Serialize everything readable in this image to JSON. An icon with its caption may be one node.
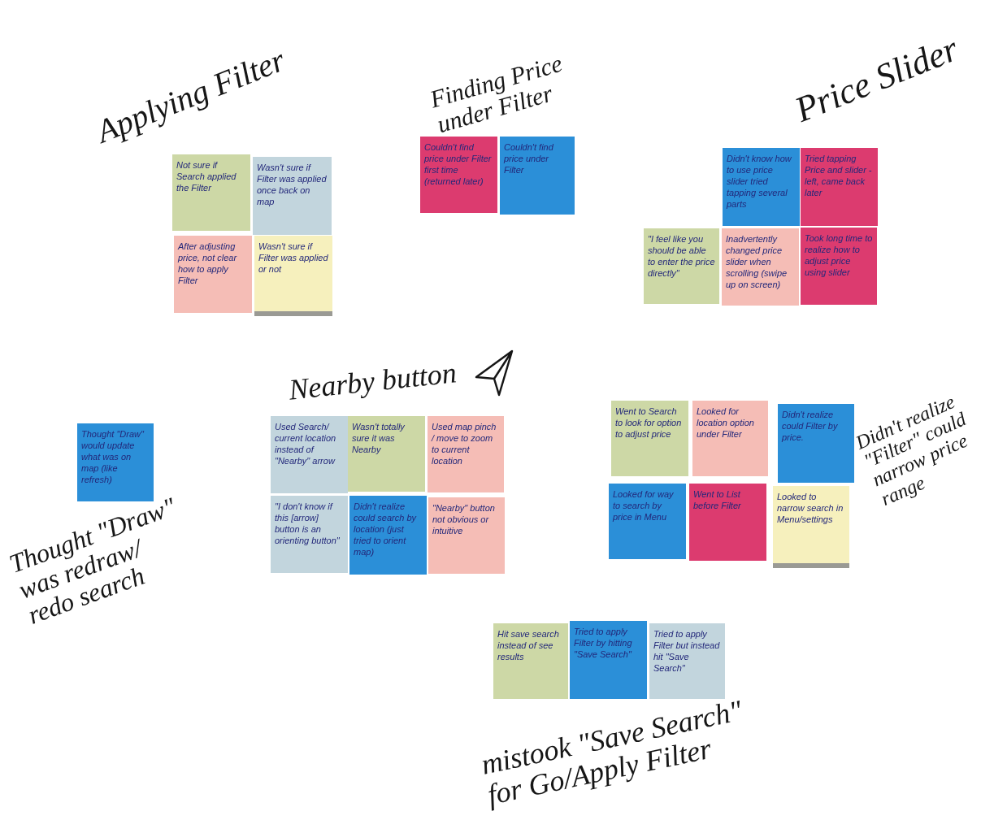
{
  "diagram": {
    "nodes": [
      {
        "text": [
          "Not sure if Search applied the Filter"
        ]
      },
      {
        "text": [
          "Wasn't sure if Filter was applied once back on map"
        ]
      },
      {
        "text": [
          "After adjusting price, not clear how to apply Filter"
        ]
      },
      {
        "text": [
          "Wasn't sure if Filter was applied or not"
        ]
      },
      {
        "text": [
          "Couldn't find price under Filter first time (returned later)"
        ]
      },
      {
        "text": [
          "Couldn't find price under Filter"
        ]
      },
      {
        "text": [
          "Didn't know how to use price slider tried tapping several parts"
        ]
      },
      {
        "text": [
          "Tried tapping Price and slider - left, came back later"
        ]
      },
      {
        "text": [
          "\"I feel like you should be able to enter the price directly\""
        ]
      },
      {
        "text": [
          "Inadvertently changed price slider when scrolling (swipe up on screen)"
        ]
      },
      {
        "text": [
          "Took long time to realize how to adjust price using slider"
        ]
      },
      {
        "text": [
          "Thought \"Draw\" would update what was on map (like refresh)"
        ]
      },
      {
        "text": [
          "Used Search/ current location instead of \"Nearby\" arrow"
        ]
      },
      {
        "text": [
          "Wasn't totally sure it was Nearby"
        ]
      },
      {
        "text": [
          "Used map pinch / move to zoom to current location"
        ]
      },
      {
        "text": [
          "\"I don't know if this [arrow] button is an orienting button\""
        ]
      },
      {
        "text": [
          "Didn't realize could search by location (just tried to orient map)"
        ]
      },
      {
        "text": [
          "\"Nearby\" button not obvious or intuitive"
        ]
      },
      {
        "text": [
          "Went to Search to look for option to adjust price"
        ]
      },
      {
        "text": [
          "Looked for location option under Filter"
        ]
      },
      {
        "text": [
          "Didn't realize could Filter by price."
        ]
      },
      {
        "text": [
          "Looked for way to search by price in Menu"
        ]
      },
      {
        "text": [
          "Went to List before Filter"
        ]
      },
      {
        "text": [
          "Looked to narrow search in Menu/settings"
        ]
      },
      {
        "text": [
          "Hit save search instead of see results"
        ]
      },
      {
        "text": [
          "Tried to apply Filter by hitting \"Save Search\""
        ]
      },
      {
        "text": [
          "Tried to apply Filter but instead hit \"Save Search\""
        ]
      }
    ],
    "edges": [],
    "labels": [
      "Applying Filter",
      "Finding Price under Filter",
      "Price Slider",
      "Nearby button",
      "Didn't realize \"Filter\" could narrow price range",
      "Thought \"Draw\" was redraw/ redo search",
      "mistook \"Save Search\" for Go/Apply Filter"
    ]
  }
}
